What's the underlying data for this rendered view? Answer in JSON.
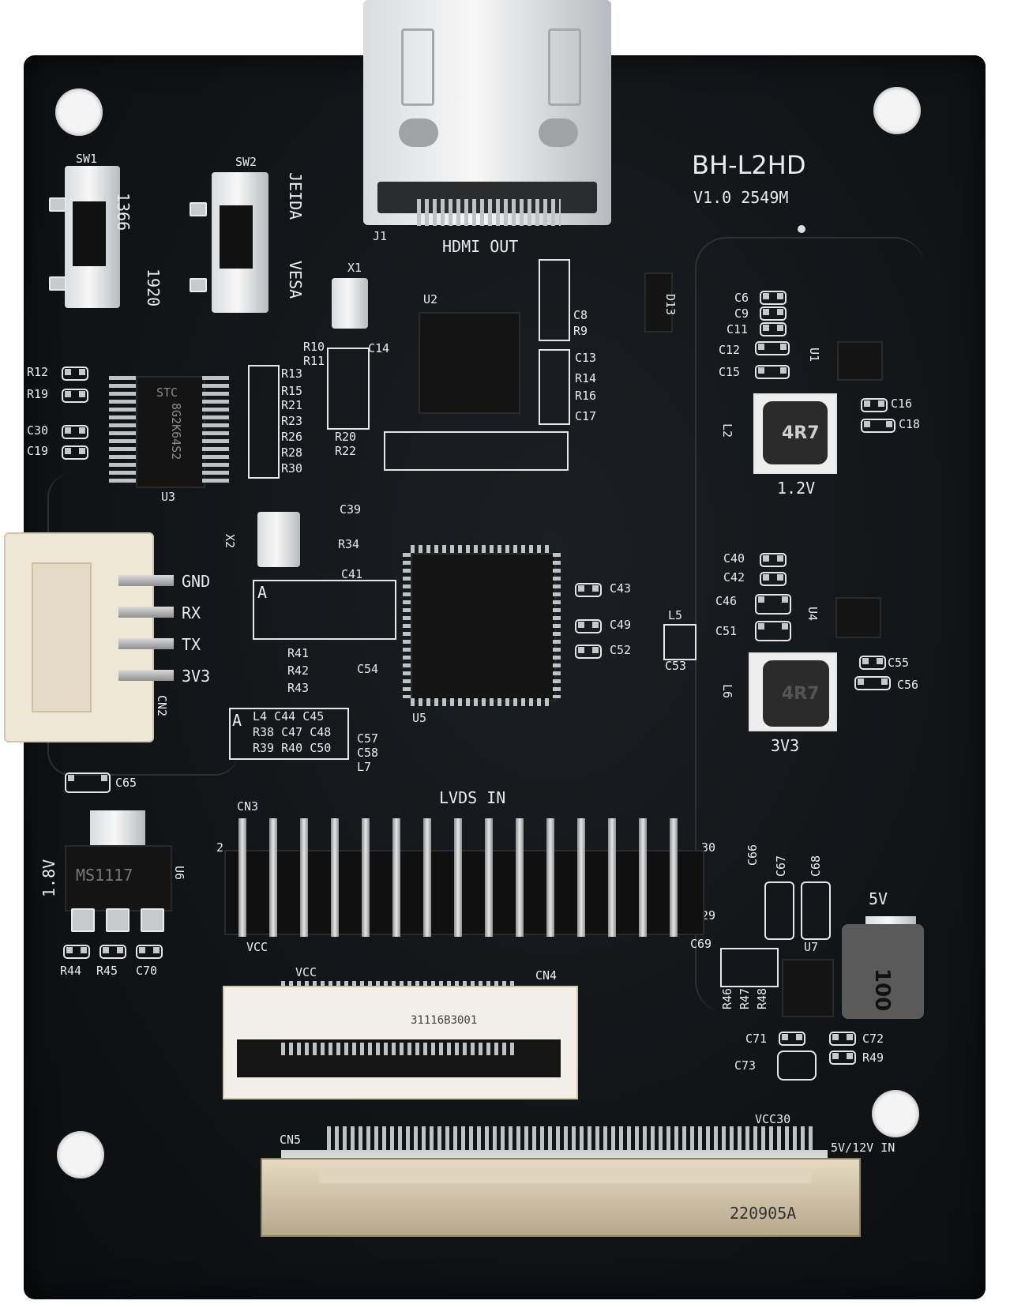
{
  "board": {
    "name": "BH-L2HD",
    "version": "V1.0 2549M",
    "colors": {
      "pcb": "#111417",
      "silkscreen": "#e8ecef",
      "metal": "#d9dcdf",
      "connector_white": "#efe7d6"
    }
  },
  "labels": {
    "hdmi_out": "HDMI OUT",
    "j1": "J1",
    "sw1": "SW1",
    "sw2": "SW2",
    "res_1366": "1366",
    "res_1920": "1920",
    "jeida": "JEIDA",
    "vesa": "VESA",
    "u2": "U2",
    "u3": "U3",
    "u5": "U5",
    "x1": "X1",
    "x2": "X2",
    "v_1_2": "1.2V",
    "v_3_3": "3V3",
    "v_1_8": "1.8V",
    "v_5": "5V",
    "gnd": "GND",
    "rx": "RX",
    "tx": "TX",
    "pin_3v3": "3V3",
    "cn2": "CN2",
    "cn3": "CN3",
    "cn4": "CN4",
    "cn5": "CN5",
    "lvds_in": "LVDS IN",
    "vcc": "VCC",
    "vcc_cn4": "VCC",
    "vcc30": "VCC30",
    "in_5v_12v": "5V/12V IN",
    "c65": "C65",
    "r44": "R44",
    "r45": "R45",
    "c70": "C70",
    "u6": "U6",
    "c43": "C43",
    "c49": "C49",
    "c52": "C52",
    "c53": "C53",
    "l5": "L5",
    "c40": "C40",
    "c42": "C42",
    "c46": "C46",
    "c51": "C51",
    "u4": "U4",
    "c55": "C55",
    "c56": "C56",
    "l6": "L6",
    "c16": "C16",
    "c18": "C18",
    "u1": "U1",
    "c6": "C6",
    "c9": "C9",
    "c11": "C11",
    "c12": "C12",
    "c15": "C15",
    "l2": "L2",
    "d13": "D13",
    "r10": "R10",
    "r11": "R11",
    "c14": "C14",
    "r12": "R12",
    "r19": "R19",
    "c30": "C30",
    "c19": "C19",
    "r13": "R13",
    "r15": "R15",
    "r21": "R21",
    "r23": "R23",
    "r26": "R26",
    "r28": "R28",
    "r30": "R30",
    "r20": "R20",
    "r22": "R22",
    "c39": "C39",
    "r34": "R34",
    "c41": "C41",
    "r41": "R41",
    "r42": "R42",
    "r43": "R43",
    "c54": "C54",
    "a_mark": "A",
    "grid_a_row1": "L4  C44 C45",
    "grid_a_row2": "R38 C47 C48",
    "grid_a_row3": "R39 R40 C50",
    "c57": "C57",
    "c58": "C58",
    "l7": "L7",
    "c13": "C13",
    "r14": "R14",
    "r16": "R16",
    "c17": "C17",
    "c8": "C8",
    "r9": "R9",
    "c66": "C66",
    "c67": "C67",
    "c68": "C68",
    "c69": "C69",
    "u7": "U7",
    "r46": "R46",
    "r47": "R47",
    "r48": "R48",
    "c71": "C71",
    "c72": "C72",
    "c73": "C73",
    "r49": "R49",
    "pin_2": "2",
    "pin_30": "30",
    "pin_29": "29"
  },
  "chips": {
    "u3_brand": "STC",
    "u3_part": "8G2K64S2",
    "u6_part": "MS1117",
    "inductor_l2": "4R7",
    "inductor_l6": "4R7",
    "inductor_l8": "100",
    "cn4_code": "31116B3001",
    "cn5_code": "220905A"
  }
}
